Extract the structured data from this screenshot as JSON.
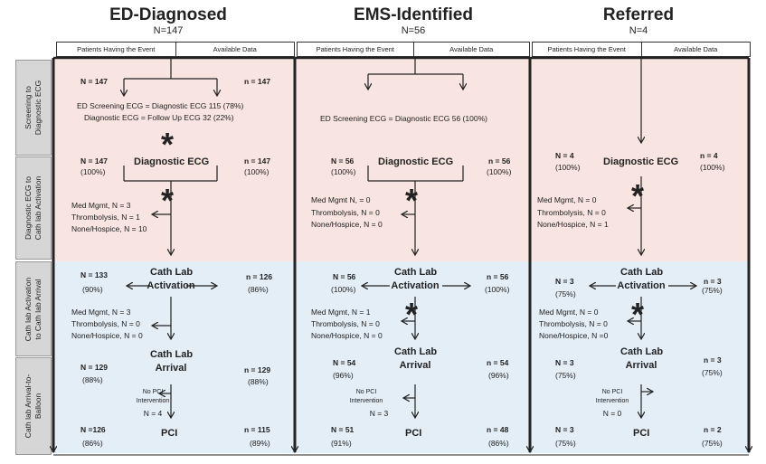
{
  "columns": [
    {
      "title": "ED-Diagnosed",
      "n": "N=147",
      "hdr_left": "Patients Having the Event",
      "hdr_right": "Available Data",
      "scr_left": "N = 147",
      "scr_right": "n = 147",
      "scr_text1": "ED Screening ECG = Diagnostic ECG 115 (78%)",
      "scr_text2": "Diagnostic ECG = Follow Up ECG 32 (22%)",
      "diag_left": "N = 147",
      "diag_left_pct": "(100%)",
      "diag_right": "n = 147",
      "diag_right_pct": "(100%)",
      "diag_label": "Diagnostic ECG",
      "ex1_a": "Med Mgmt,  N = 3",
      "ex1_b": "Thrombolysis,  N = 1",
      "ex1_c": "None/Hospice,  N = 10",
      "act_left": "N = 133",
      "act_left_pct": "(90%)",
      "act_right": "n = 126",
      "act_right_pct": "(86%)",
      "act_label1": "Cath Lab",
      "act_label2": "Activation",
      "ex2_a": "Med Mgmt,  N = 3",
      "ex2_b": "Thrombolysis,  N = 0",
      "ex2_c": "None/Hospice,  N = 0",
      "arr_left": "N = 129",
      "arr_left_pct": "(88%)",
      "arr_right": "n = 129",
      "arr_right_pct": "(88%)",
      "arr_label1": "Cath Lab",
      "arr_label2": "Arrival",
      "nopci1": "No PCI",
      "nopci2": "Intervention",
      "nopci3": "N = 4",
      "pci_left": "N =126",
      "pci_left_pct": "(86%)",
      "pci_right": "n = 115",
      "pci_right_pct": "(89%)",
      "pci_label": "PCI"
    },
    {
      "title": "EMS-Identified",
      "n": "N=56",
      "hdr_left": "Patients Having the Event",
      "hdr_right": "Available Data",
      "scr_text1": "ED Screening ECG = Diagnostic ECG 56 (100%)",
      "diag_left": "N = 56",
      "diag_left_pct": "(100%)",
      "diag_right": "n = 56",
      "diag_right_pct": "(100%)",
      "diag_label": "Diagnostic ECG",
      "ex1_a": "Med Mgmt N, = 0",
      "ex1_b": "Thrombolysis, N = 0",
      "ex1_c": "None/Hospice, N = 0",
      "act_left": "N = 56",
      "act_left_pct": "(100%)",
      "act_right": "n = 56",
      "act_right_pct": "(100%)",
      "act_label1": "Cath Lab",
      "act_label2": "Activation",
      "ex2_a": "Med Mgmt,  N = 1",
      "ex2_b": "Thrombolysis, N = 0",
      "ex2_c": "None/Hospice, N = 0",
      "arr_left": "N = 54",
      "arr_left_pct": "(96%)",
      "arr_right": "n = 54",
      "arr_right_pct": "(96%)",
      "arr_label1": "Cath Lab",
      "arr_label2": "Arrival",
      "nopci1": "No PCI",
      "nopci2": "Intervention",
      "nopci3": "N = 3",
      "pci_left": "N = 51",
      "pci_left_pct": "(91%)",
      "pci_right": "n = 48",
      "pci_right_pct": "(86%)",
      "pci_label": "PCI"
    },
    {
      "title": "Referred",
      "n": "N=4",
      "hdr_left": "Patients Having the Event",
      "hdr_right": "Available Data",
      "diag_left": "N = 4",
      "diag_left_pct": "(100%)",
      "diag_right": "n = 4",
      "diag_right_pct": "(100%)",
      "diag_label": "Diagnostic ECG",
      "ex1_a": "Med Mgmt,  N = 0",
      "ex1_b": "Thrombolysis,  N = 0",
      "ex1_c": "None/Hospice,  N = 1",
      "act_left": "N = 3",
      "act_left_pct": "(75%)",
      "act_right": "n = 3",
      "act_right_pct": "(75%)",
      "act_label1": "Cath Lab",
      "act_label2": "Activation",
      "ex2_a": "Med Mgmt,  N = 0",
      "ex2_b": "Thrombolysis, N = 0",
      "ex2_c": "None/Hospice,  N =0",
      "arr_left": "N = 3",
      "arr_left_pct": "(75%)",
      "arr_right": "n = 3",
      "arr_right_pct": "(75%)",
      "arr_label1": "Cath Lab",
      "arr_label2": "Arrival",
      "nopci1": "No PCI",
      "nopci2": "Intervention",
      "nopci3": "N = 0",
      "pci_left": "N = 3",
      "pci_left_pct": "(75%)",
      "pci_right": "n = 2",
      "pci_right_pct": "(75%)",
      "pci_label": "PCI"
    }
  ],
  "rows": {
    "r1": "Screening to\nDiagnostic ECG",
    "r2": "Diagnostic ECG to\nCath lab Activation",
    "r3": "Cath lab Activation\nto Cath lab Arrival",
    "r4": "Cath lab Arrival-to-\nBalloon"
  },
  "colors": {
    "pink_zone": "#f8e4e0",
    "blue_zone": "#e3eef7",
    "side_gray": "#d6d6d6"
  }
}
